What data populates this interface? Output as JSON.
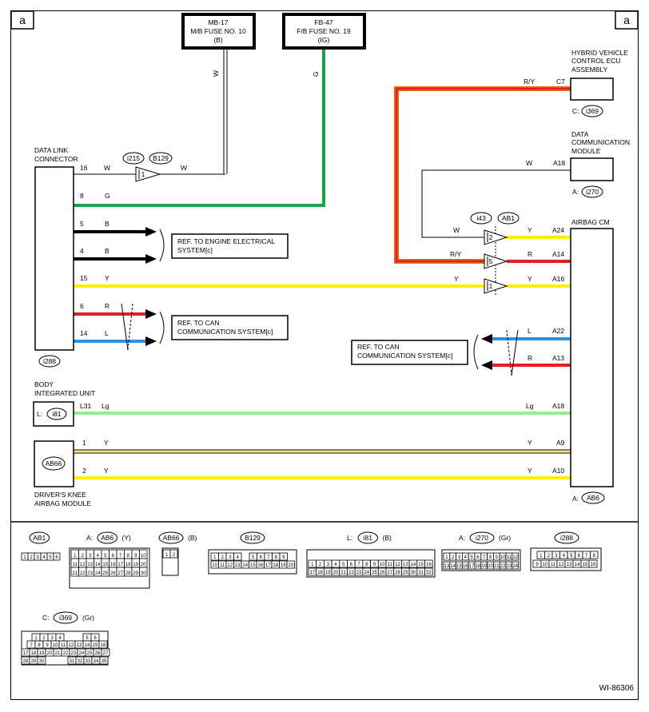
{
  "colors": {
    "white_wire": "#ffffff",
    "green_wire": "#17a34a",
    "black_wire": "#000000",
    "yellow_wire": "#ffee00",
    "red_wire": "#e0201c",
    "blue_wire": "#2f8fe0",
    "lightgreen_wire": "#90ee90",
    "orange_outline": "#e86a1a"
  },
  "corner": {
    "left": "a",
    "right": "a"
  },
  "fuses": {
    "mb17": {
      "line1": "MB-17",
      "line2": "M/B FUSE NO. 10",
      "line3": "(B)"
    },
    "fb47": {
      "line1": "FB-47",
      "line2": "F/B FUSE NO. 19",
      "line3": "(IG)"
    }
  },
  "fuse_wire_labels": {
    "mb17": "W",
    "fb47": "G"
  },
  "modules": {
    "hybrid_ecu": {
      "line1": "HYBRID VEHICLE",
      "line2": "CONTROL ECU",
      "line3": "ASSEMBLY",
      "conn_prefix": "C:",
      "conn": "i369"
    },
    "dcm": {
      "line1": "DATA",
      "line2": "COMMUNICATION",
      "line3": "MODULE",
      "conn_prefix": "A:",
      "conn": "i270"
    },
    "airbag": {
      "title": "AIRBAG CM",
      "conn_prefix": "A:",
      "conn": "AB6"
    },
    "dlc": {
      "line1": "DATA LINK",
      "line2": "CONNECTOR",
      "conn": "i288"
    },
    "biu": {
      "line1": "BODY",
      "line2": "INTEGRATED UNIT",
      "conn_prefix": "L:",
      "conn": "i81"
    },
    "knee": {
      "line1": "DRIVER'S KNEE",
      "line2": "AIRBAG MODULE",
      "conn": "AB66"
    }
  },
  "joint_left": {
    "conn1": "i215",
    "conn2": "B129",
    "pin": "1"
  },
  "joint_right": {
    "conn1": "i43",
    "conn2": "AB1",
    "pin_w": "2",
    "pin_ry": "5",
    "pin_y": "1"
  },
  "wires": {
    "dlc16": {
      "pin": "16",
      "color": "W",
      "out_color": "W"
    },
    "dlc8": {
      "pin": "8",
      "color": "G"
    },
    "dlc5": {
      "pin": "5",
      "color": "B"
    },
    "dlc4": {
      "pin": "4",
      "color": "B"
    },
    "dlc15": {
      "pin": "15",
      "color": "Y",
      "mid_color": "Y"
    },
    "dlc6": {
      "pin": "6",
      "color": "R"
    },
    "dlc14": {
      "pin": "14",
      "color": "L"
    },
    "hv_c7": {
      "color": "R/Y",
      "pin": "C7"
    },
    "dcm_a18": {
      "color": "W",
      "pin": "A18"
    },
    "ab_a24": {
      "in_color": "W",
      "color": "Y",
      "pin": "A24"
    },
    "ab_a14": {
      "in_color": "R/Y",
      "color": "R",
      "pin": "A14"
    },
    "ab_a16": {
      "color": "Y",
      "pin": "A16"
    },
    "ab_a22": {
      "color": "L",
      "pin": "A22"
    },
    "ab_a13": {
      "color": "R",
      "pin": "A13"
    },
    "biu_a18": {
      "pin_left": "L31",
      "color_left": "Lg",
      "color_right": "Lg",
      "pin": "A18"
    },
    "knee_a9": {
      "pin_left": "1",
      "color_left": "Y",
      "color_right": "Y",
      "pin": "A9"
    },
    "knee_a10": {
      "pin_left": "2",
      "color_left": "Y",
      "color_right": "Y",
      "pin": "A10"
    }
  },
  "refs": {
    "engine": {
      "line1": "REF. TO ENGINE ELECTRICAL",
      "line2": "SYSTEM[c]"
    },
    "can_left": {
      "line1": "REF. TO CAN",
      "line2": "COMMUNICATION SYSTEM[c]"
    },
    "can_right": {
      "line1": "REF. TO CAN",
      "line2": "COMMUNICATION SYSTEM[c]"
    }
  },
  "legend": {
    "ab1": {
      "name": "AB1",
      "pins": [
        "1",
        "2",
        "3",
        "4",
        "5",
        "6"
      ]
    },
    "ab6": {
      "prefix": "A:",
      "name": "AB6",
      "color": "(Y)",
      "rows": [
        [
          "1",
          "2",
          "3",
          "4",
          "5",
          "6",
          "7",
          "8",
          "9",
          "10"
        ],
        [
          "11",
          "12",
          "13",
          "14",
          "15",
          "16",
          "17",
          "18",
          "19",
          "20"
        ],
        [
          "21",
          "22",
          "23",
          "24",
          "25",
          "26",
          "27",
          "28",
          "29",
          "30"
        ]
      ]
    },
    "ab66": {
      "name": "AB66",
      "color": "(B)",
      "pins": [
        "1",
        "2"
      ]
    },
    "b129": {
      "name": "B129",
      "rows": [
        [
          "1",
          "2",
          "3",
          "4",
          "5",
          "6",
          "7",
          "8",
          "9"
        ],
        [
          "10",
          "11",
          "12",
          "13",
          "14",
          "15",
          "16",
          "17",
          "18",
          "19",
          "20"
        ]
      ]
    },
    "i81": {
      "prefix": "L:",
      "name": "i81",
      "color": "(B)",
      "rows": [
        [
          "1",
          "2",
          "3",
          "4",
          "5",
          "6",
          "7",
          "8",
          "9",
          "10",
          "11",
          "12",
          "13",
          "14",
          "15",
          "16"
        ],
        [
          "17",
          "18",
          "19",
          "20",
          "21",
          "22",
          "23",
          "24",
          "25",
          "26",
          "27",
          "28",
          "29",
          "30",
          "31",
          "32"
        ]
      ]
    },
    "i270": {
      "prefix": "A:",
      "name": "i270",
      "color": "(Gr)",
      "rows": [
        [
          "1",
          "2",
          "3",
          "4",
          "5",
          "6",
          "7",
          "8",
          "9",
          "10",
          "11",
          "12"
        ],
        [
          "13",
          "14",
          "15",
          "16",
          "17",
          "18",
          "19",
          "20",
          "21",
          "22",
          "23",
          "24"
        ]
      ]
    },
    "i288": {
      "name": "i288",
      "rows": [
        [
          "1",
          "2",
          "3",
          "4",
          "5",
          "6",
          "7",
          "8"
        ],
        [
          "9",
          "10",
          "11",
          "12",
          "13",
          "14",
          "15",
          "16"
        ]
      ]
    },
    "i369": {
      "prefix": "C:",
      "name": "i369",
      "color": "(Gr)",
      "rows": [
        [
          "1",
          "2",
          "3",
          "4",
          "5",
          "6"
        ],
        [
          "7",
          "8",
          "9",
          "10",
          "11",
          "12",
          "13",
          "14",
          "15",
          "16"
        ],
        [
          "17",
          "18",
          "19",
          "20",
          "21",
          "22",
          "23",
          "24",
          "25",
          "26",
          "27"
        ],
        [
          "28",
          "29",
          "30",
          "31",
          "32",
          "33",
          "34",
          "35"
        ]
      ]
    }
  },
  "footer": "WI-86306"
}
